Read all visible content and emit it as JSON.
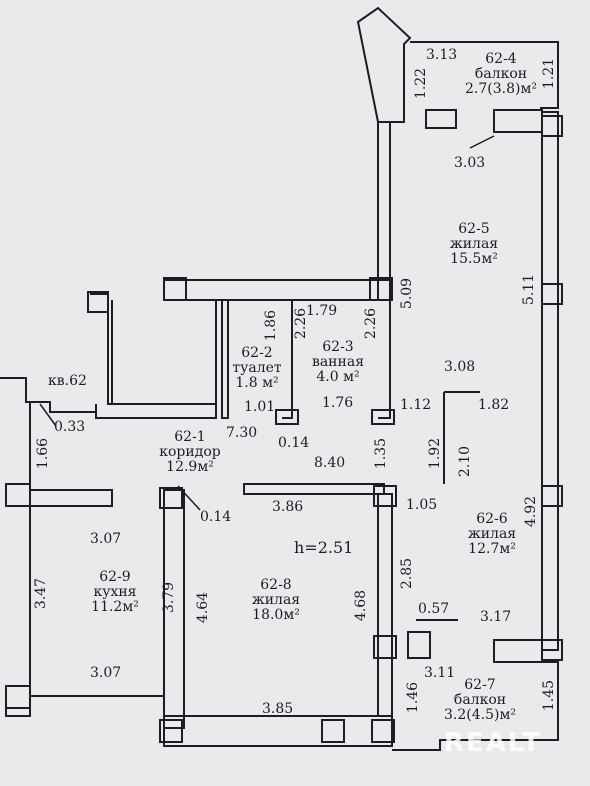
{
  "apartment_label": "кв.62",
  "height_label": "h=2.51",
  "rooms": [
    {
      "id": "62-4",
      "name": "балкон",
      "area": "2.7(3.8)м²"
    },
    {
      "id": "62-5",
      "name": "жилая",
      "area": "15.5м²"
    },
    {
      "id": "62-2",
      "name": "туалет",
      "area": "1.8 м²"
    },
    {
      "id": "62-3",
      "name": "ванная",
      "area": "4.0 м²"
    },
    {
      "id": "62-1",
      "name": "коридор",
      "area": "12.9м²"
    },
    {
      "id": "62-6",
      "name": "жилая",
      "area": "12.7м²"
    },
    {
      "id": "62-9",
      "name": "кухня",
      "area": "11.2м²"
    },
    {
      "id": "62-8",
      "name": "жилая",
      "area": "18.0м²"
    },
    {
      "id": "62-7",
      "name": "балкон",
      "area": "3.2(4.5)м²"
    }
  ],
  "dimensions": [
    "3.13",
    "1.22",
    "1.21",
    "3.03",
    "5.09",
    "5.11",
    "1.79",
    "1.86",
    "2.26",
    "2.26",
    "0.33",
    "1.66",
    "1.01",
    "1.76",
    "1.12",
    "3.08",
    "1.82",
    "7.30",
    "0.14",
    "8.40",
    "1.35",
    "1.92",
    "2.10",
    "1.05",
    "4.92",
    "0.14",
    "3.86",
    "3.07",
    "3.47",
    "3.79",
    "4.64",
    "4.68",
    "2.85",
    "0.57",
    "3.17",
    "3.07",
    "3.11",
    "1.46",
    "1.45",
    "3.85"
  ],
  "watermark": "REALT",
  "colors": {
    "background": "#e9eaec",
    "ink": "#1c1d22"
  }
}
